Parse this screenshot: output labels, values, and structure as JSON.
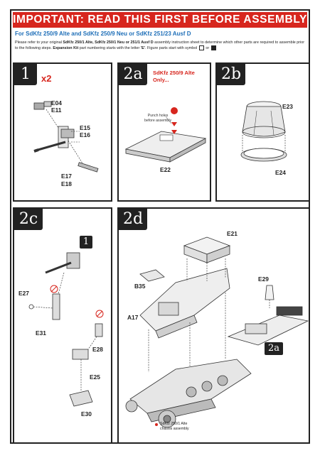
{
  "header": {
    "banner": "IMPORTANT: READ THIS FIRST BEFORE ASSEMBLY",
    "subtitle": "For SdKfz 250/9 Alte and SdKfz 250/9 Neu or SdKfz 251/23 Ausf D",
    "intro_1": "Please refer to your original ",
    "intro_bold_1": "SdKfz 250/1 Alte, SdKfz 250/1 Neu or 251/1 Ausf D",
    "intro_2": " assembly instruction sheet to determine which other parts are required to assemble prior to the following steps.  ",
    "intro_bold_2": "Expansion Kit",
    "intro_3": " part numbering starts with the letter ",
    "intro_bold_3": "'E'",
    "intro_4": ".  Figure parts start with symbol ",
    "intro_or": " or "
  },
  "step1": {
    "badge": "1",
    "multiplier": "x2",
    "parts": [
      "E04",
      "E11",
      "E15",
      "E16",
      "E17",
      "E18"
    ]
  },
  "step2a": {
    "badge": "2a",
    "note_line1": "SdKfz 250/9 Alte",
    "note_line2": "Only...",
    "punch_note_line1": "Punch holes",
    "punch_note_line2": "before assembly",
    "parts": [
      "E22"
    ]
  },
  "step2b": {
    "badge": "2b",
    "parts": [
      "E23",
      "E24"
    ]
  },
  "step2c": {
    "badge": "2c",
    "sub_badge": "1",
    "parts": [
      "E27",
      "E31",
      "E28",
      "E25",
      "E30"
    ]
  },
  "step2d": {
    "badge": "2d",
    "sub_badge": "2a",
    "parts": [
      "E21",
      "B35",
      "E29",
      "A17"
    ],
    "chassis_note_line1": "SdKfz 250/1 Alte",
    "chassis_note_line2": "chassis assembly"
  },
  "colors": {
    "banner": "#d7261e",
    "subtitle": "#1f6fb8",
    "note": "#d7261e",
    "badge": "#222222"
  }
}
